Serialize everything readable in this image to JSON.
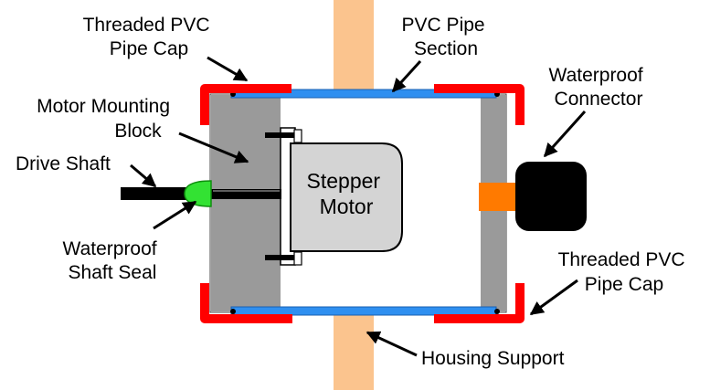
{
  "labels": {
    "cap_top_left": [
      "Threaded PVC",
      "Pipe Cap"
    ],
    "pipe_section": [
      "PVC Pipe",
      "Section"
    ],
    "connector": [
      "Waterproof",
      "Connector"
    ],
    "mount_block": [
      "Motor Mounting",
      "Block"
    ],
    "drive_shaft": "Drive Shaft",
    "motor": [
      "Stepper",
      "Motor"
    ],
    "shaft_seal": [
      "Waterproof",
      "Shaft Seal"
    ],
    "cap_bottom_right": [
      "Threaded PVC",
      "Pipe Cap"
    ],
    "housing_support": "Housing Support"
  },
  "colors": {
    "cap": "#ff0000",
    "pipe": "#2f8ff0",
    "support": "#fbc48e",
    "block": "#9a9a9a",
    "motor": "#d4d4d4",
    "seal": "#33e233",
    "connector": "#000000",
    "connector_stub": "#ff7a00"
  }
}
